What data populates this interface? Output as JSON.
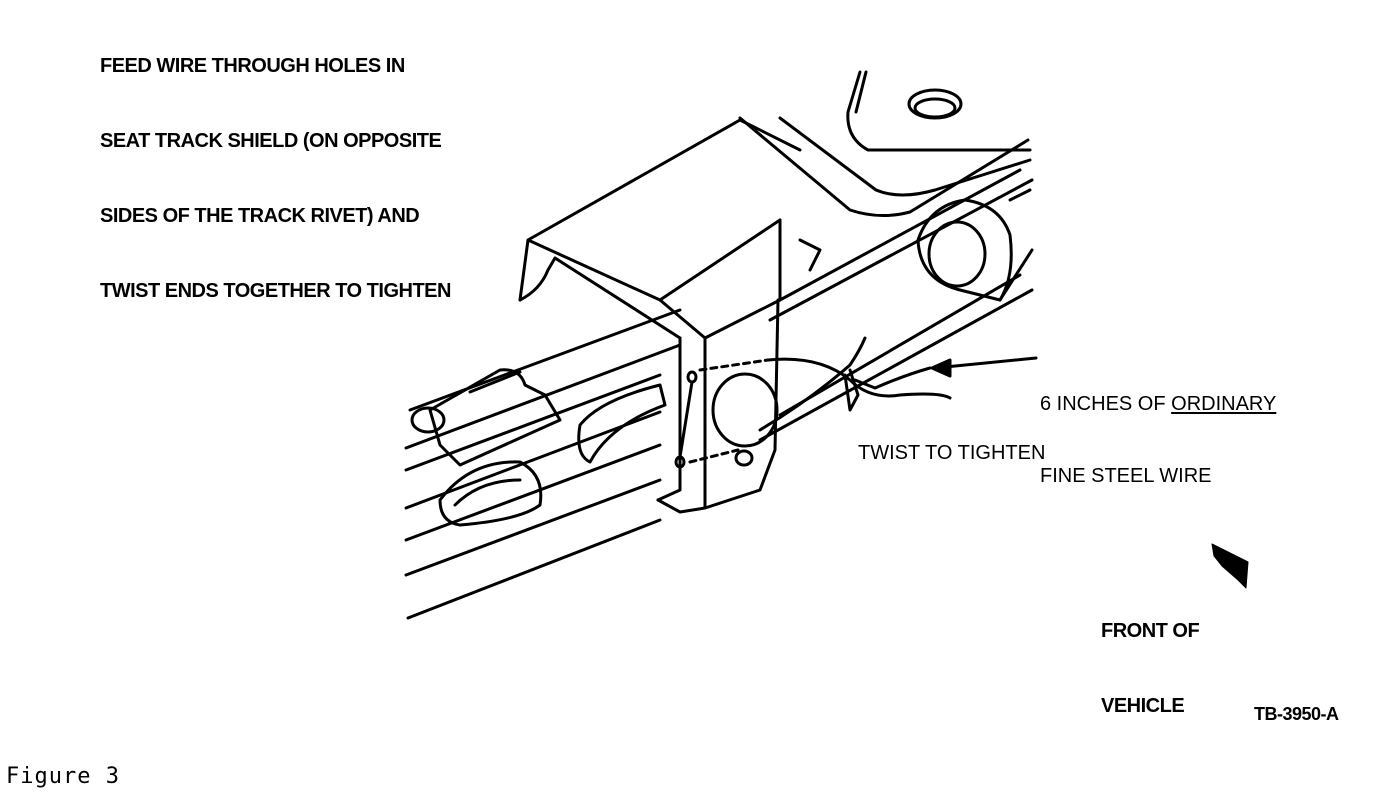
{
  "instruction": {
    "line1": "FEED WIRE THROUGH HOLES IN",
    "line2": "SEAT TRACK SHIELD (ON OPPOSITE",
    "line3": "SIDES OF THE TRACK RIVET) AND",
    "line4": "TWIST ENDS TOGETHER TO TIGHTEN"
  },
  "wire_callout": {
    "prefix": "6 INCHES OF ",
    "emphasis": "ORDINARY",
    "line2": "FINE STEEL WIRE"
  },
  "twist_callout": "TWIST TO TIGHTEN",
  "direction": {
    "line1": "FRONT OF",
    "line2": "VEHICLE",
    "icon": "direction-arrow-icon"
  },
  "reference_code": "TB-3950-A",
  "figure_caption": "Figure 3",
  "colors": {
    "ink": "#000000",
    "paper": "#ffffff"
  }
}
